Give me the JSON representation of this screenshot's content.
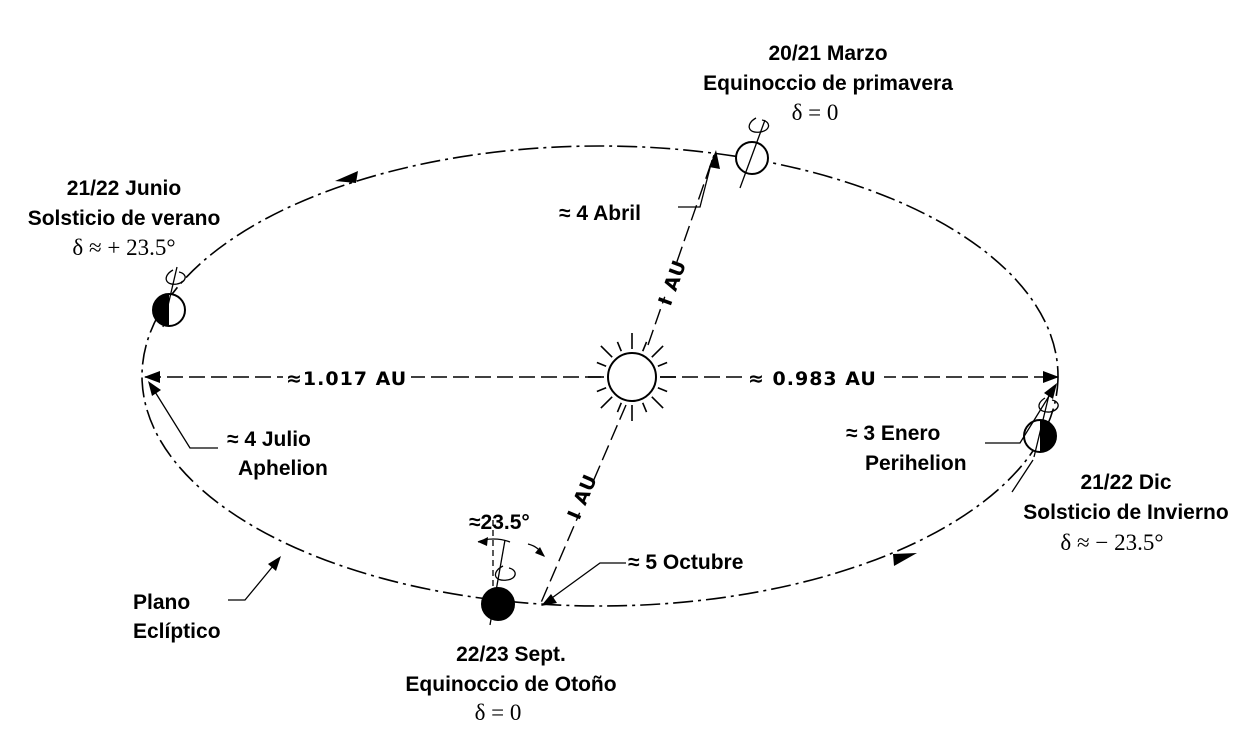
{
  "march": {
    "date": "20/21 Marzo",
    "name": "Equinoccio de primavera",
    "declination": "δ = 0"
  },
  "june": {
    "date": "21/22 Junio",
    "name": "Solsticio de verano",
    "declination": "δ ≈ + 23.5°"
  },
  "september": {
    "date": "22/23 Sept.",
    "name": "Equinoccio de Otoño",
    "declination": "δ = 0"
  },
  "december": {
    "date": "21/22 Dic",
    "name": "Solsticio de Invierno",
    "declination": "δ ≈ − 23.5°"
  },
  "april": {
    "label": "≈ 4 Abril"
  },
  "july": {
    "label": "≈ 4 Julio",
    "sublabel": "Aphelion"
  },
  "january": {
    "label": "≈ 3 Enero",
    "sublabel": "Perihelion"
  },
  "october": {
    "label": "≈ 5 Octubre"
  },
  "tilt": {
    "label": "≈23.5°"
  },
  "distances": {
    "aphelion": "≈1.017 AU",
    "perihelion": "≈ 0.983 AU",
    "upper": "I AU",
    "lower": "I AU"
  },
  "plane": {
    "line1": "Plano",
    "line2": "Eclíptico"
  }
}
